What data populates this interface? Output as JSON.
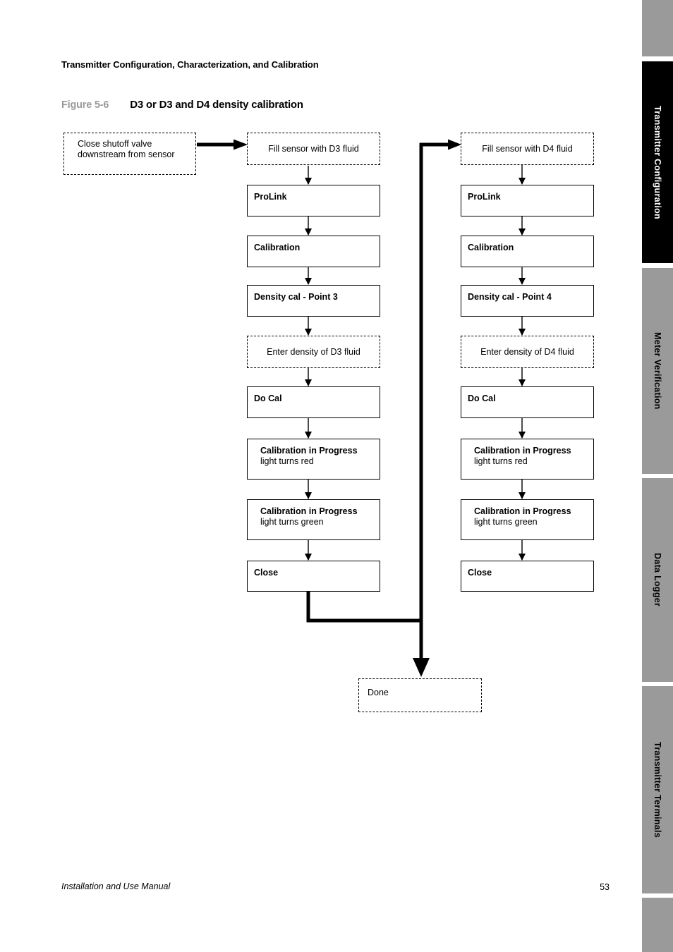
{
  "page": {
    "header": "Transmitter Configuration, Characterization, and Calibration",
    "figure_label": "Figure 5-6",
    "figure_title": "D3 or D3 and D4 density calibration",
    "footer_left": "Installation and Use Manual",
    "page_number": "53"
  },
  "flowchart": {
    "start": "Close shutoff valve\ndownstream from sensor",
    "done": "Done",
    "d3": {
      "fill": "Fill sensor with D3 fluid",
      "prolink": "ProLink",
      "calibration": "Calibration",
      "density_cal": "Density cal - Point 3",
      "enter_density": "Enter density of D3 fluid",
      "do_cal": "Do Cal",
      "progress_red_title": "Calibration in Progress",
      "progress_red_sub": "light turns red",
      "progress_green_title": "Calibration in Progress",
      "progress_green_sub": "light turns green",
      "close": "Close"
    },
    "d4": {
      "fill": "Fill sensor with D4 fluid",
      "prolink": "ProLink",
      "calibration": "Calibration",
      "density_cal": "Density cal - Point 4",
      "enter_density": "Enter density of D4 fluid",
      "do_cal": "Do Cal",
      "progress_red_title": "Calibration in Progress",
      "progress_red_sub": "light turns red",
      "progress_green_title": "Calibration in Progress",
      "progress_green_sub": "light turns green",
      "close": "Close"
    }
  },
  "sidebar": {
    "tabs": [
      {
        "label": "",
        "active": false
      },
      {
        "label": "Transmitter Configuration",
        "active": true
      },
      {
        "label": "Meter Verification",
        "active": false
      },
      {
        "label": "Data Logger",
        "active": false
      },
      {
        "label": "Transmitter Terminals",
        "active": false
      },
      {
        "label": "",
        "active": false
      }
    ]
  },
  "colors": {
    "sidebar_gray": "#9a9a9a",
    "active_tab_bg": "#000000",
    "active_tab_text": "#ffffff",
    "figure_label_gray": "#9a9a9a",
    "line_black": "#000000"
  }
}
